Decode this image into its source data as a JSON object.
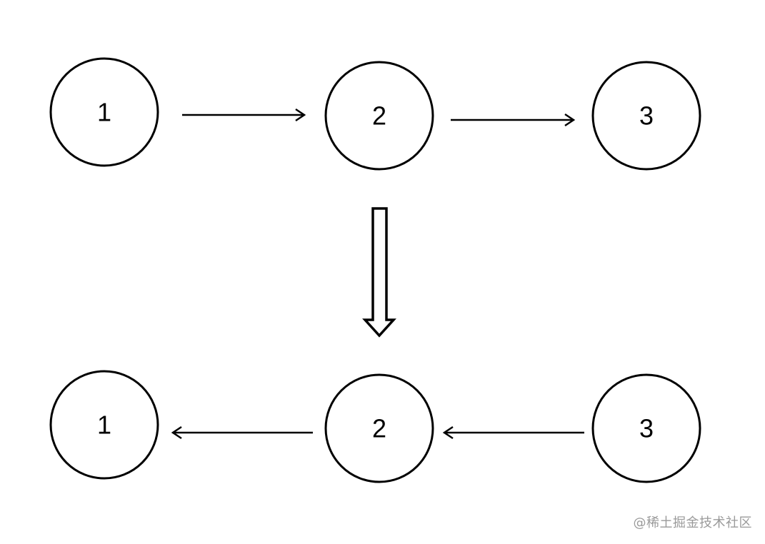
{
  "diagram": {
    "top_row": {
      "nodes": [
        "1",
        "2",
        "3"
      ],
      "edges": [
        {
          "from": "1",
          "to": "2"
        },
        {
          "from": "2",
          "to": "3"
        }
      ]
    },
    "bottom_row": {
      "nodes": [
        "1",
        "2",
        "3"
      ],
      "edges": [
        {
          "from": "2",
          "to": "1"
        },
        {
          "from": "3",
          "to": "2"
        }
      ]
    },
    "transition_arrow": "down"
  },
  "watermark": "@稀土掘金技术社区",
  "colors": {
    "stroke": "#000000",
    "background": "#ffffff",
    "watermark": "#9a9a9a"
  }
}
